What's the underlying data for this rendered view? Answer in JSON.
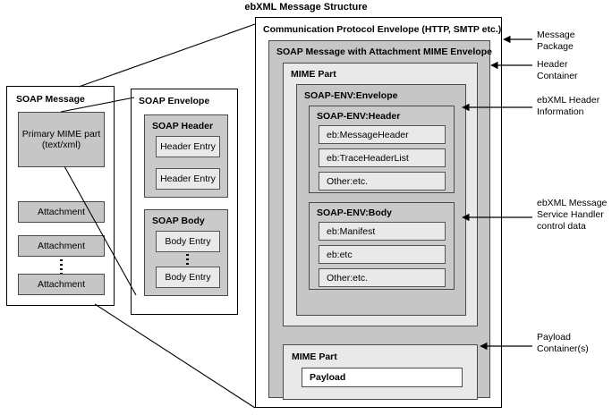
{
  "title": "ebXML Message Structure",
  "left_panel": {
    "soap_message": {
      "label": "SOAP Message",
      "primary_part": {
        "line1": "Primary MIME part",
        "line2": "(text/xml)"
      },
      "attachments": [
        "Attachment",
        "Attachment",
        "Attachment"
      ]
    },
    "soap_envelope": {
      "label": "SOAP Envelope",
      "soap_header": {
        "label": "SOAP Header",
        "entries": [
          "Header Entry",
          "Header Entry"
        ]
      },
      "soap_body": {
        "label": "SOAP Body",
        "entries": [
          "Body Entry",
          "Body Entry"
        ]
      }
    }
  },
  "right_panel": {
    "comm_envelope": {
      "label": "Communication Protocol Envelope (HTTP, SMTP etc.)"
    },
    "soap_mime_envelope": {
      "label": "SOAP Message with Attachment MIME Envelope"
    },
    "mime_part_header": {
      "label": "MIME Part"
    },
    "soapenv_envelope": {
      "label": "SOAP-ENV:Envelope"
    },
    "soapenv_header": {
      "label": "SOAP-ENV:Header",
      "entries": [
        "eb:MessageHeader",
        "eb:TraceHeaderList",
        "Other:etc."
      ]
    },
    "soapenv_body": {
      "label": "SOAP-ENV:Body",
      "entries": [
        "eb:Manifest",
        "eb:etc",
        "Other:etc."
      ]
    },
    "mime_part_payload": {
      "label": "MIME Part",
      "payload": "Payload"
    }
  },
  "annotations": [
    {
      "id": "message-package",
      "text": "Message\nPackage"
    },
    {
      "id": "header-container",
      "text": "Header\nContainer"
    },
    {
      "id": "ebxml-header-information",
      "text": "ebXML Header\nInformation"
    },
    {
      "id": "ebxml-msh-control-data",
      "text": "ebXML Message\nService Handler\ncontrol data"
    },
    {
      "id": "payload-containers",
      "text": "Payload\nContainer(s)"
    }
  ],
  "colors": {
    "background": "#ffffff",
    "level_gray": "#c6c6c6",
    "level_light_gray": "#e9e9e9",
    "stroke": "#000000"
  }
}
